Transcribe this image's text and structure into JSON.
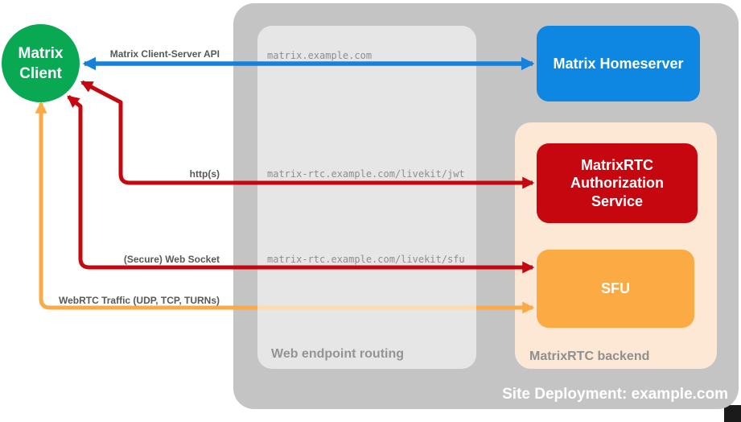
{
  "diagram": {
    "client": {
      "label": "Matrix Client",
      "color": "#09a953"
    },
    "site_container": {
      "label": "Site Deployment: example.com",
      "color": "#c4c4c4"
    },
    "routing_box": {
      "label": "Web endpoint routing",
      "urls": [
        "matrix.example.com",
        "matrix-rtc.example.com/livekit/jwt",
        "matrix-rtc.example.com/livekit/sfu"
      ]
    },
    "backend_container": {
      "label": "MatrixRTC backend",
      "color": "#fce8d5"
    },
    "nodes": {
      "homeserver": {
        "label": "Matrix Homeserver",
        "color": "#0d87e2"
      },
      "auth_service": {
        "label": "MatrixRTC Authorization Service",
        "color": "#c6070f"
      },
      "sfu": {
        "label": "SFU",
        "color": "#fcaa43"
      }
    },
    "arrows": {
      "client_server_api": {
        "label": "Matrix Client-Server API",
        "color": "#1581dd"
      },
      "https": {
        "label": "http(s)",
        "color": "#c6070f"
      },
      "websocket": {
        "label": "(Secure) Web Socket",
        "color": "#c6070f"
      },
      "webrtc": {
        "label": "WebRTC Traffic (UDP, TCP, TURNs)",
        "color": "#fbaa45"
      }
    }
  }
}
